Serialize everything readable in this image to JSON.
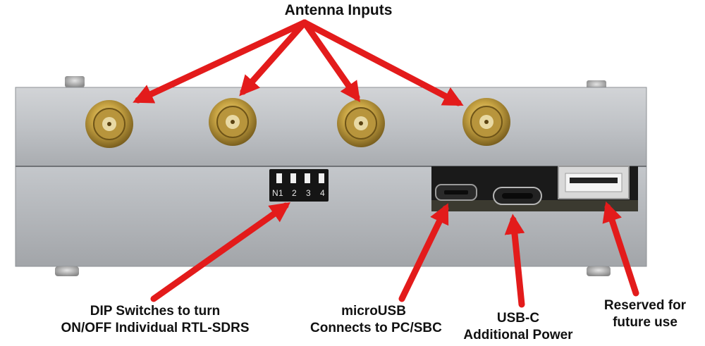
{
  "labels": {
    "antenna_title": "Antenna Inputs",
    "dip_line1": "DIP Switches to turn",
    "dip_line2": "ON/OFF Individual RTL-SDRS",
    "micro_line1": "microUSB",
    "micro_line2": "Connects to PC/SBC",
    "usbc_line1": "USB-C",
    "usbc_line2": "Additional Power",
    "reserved_line1": "Reserved for",
    "reserved_line2": "future use"
  },
  "dip": {
    "prefix": "N",
    "numbers": [
      "1",
      "2",
      "3",
      "4"
    ]
  },
  "colors": {
    "arrow": "#e31b1b",
    "enclosure": "#b9bcc0",
    "connector_gold": "#c9a544",
    "port_black": "#151515"
  }
}
